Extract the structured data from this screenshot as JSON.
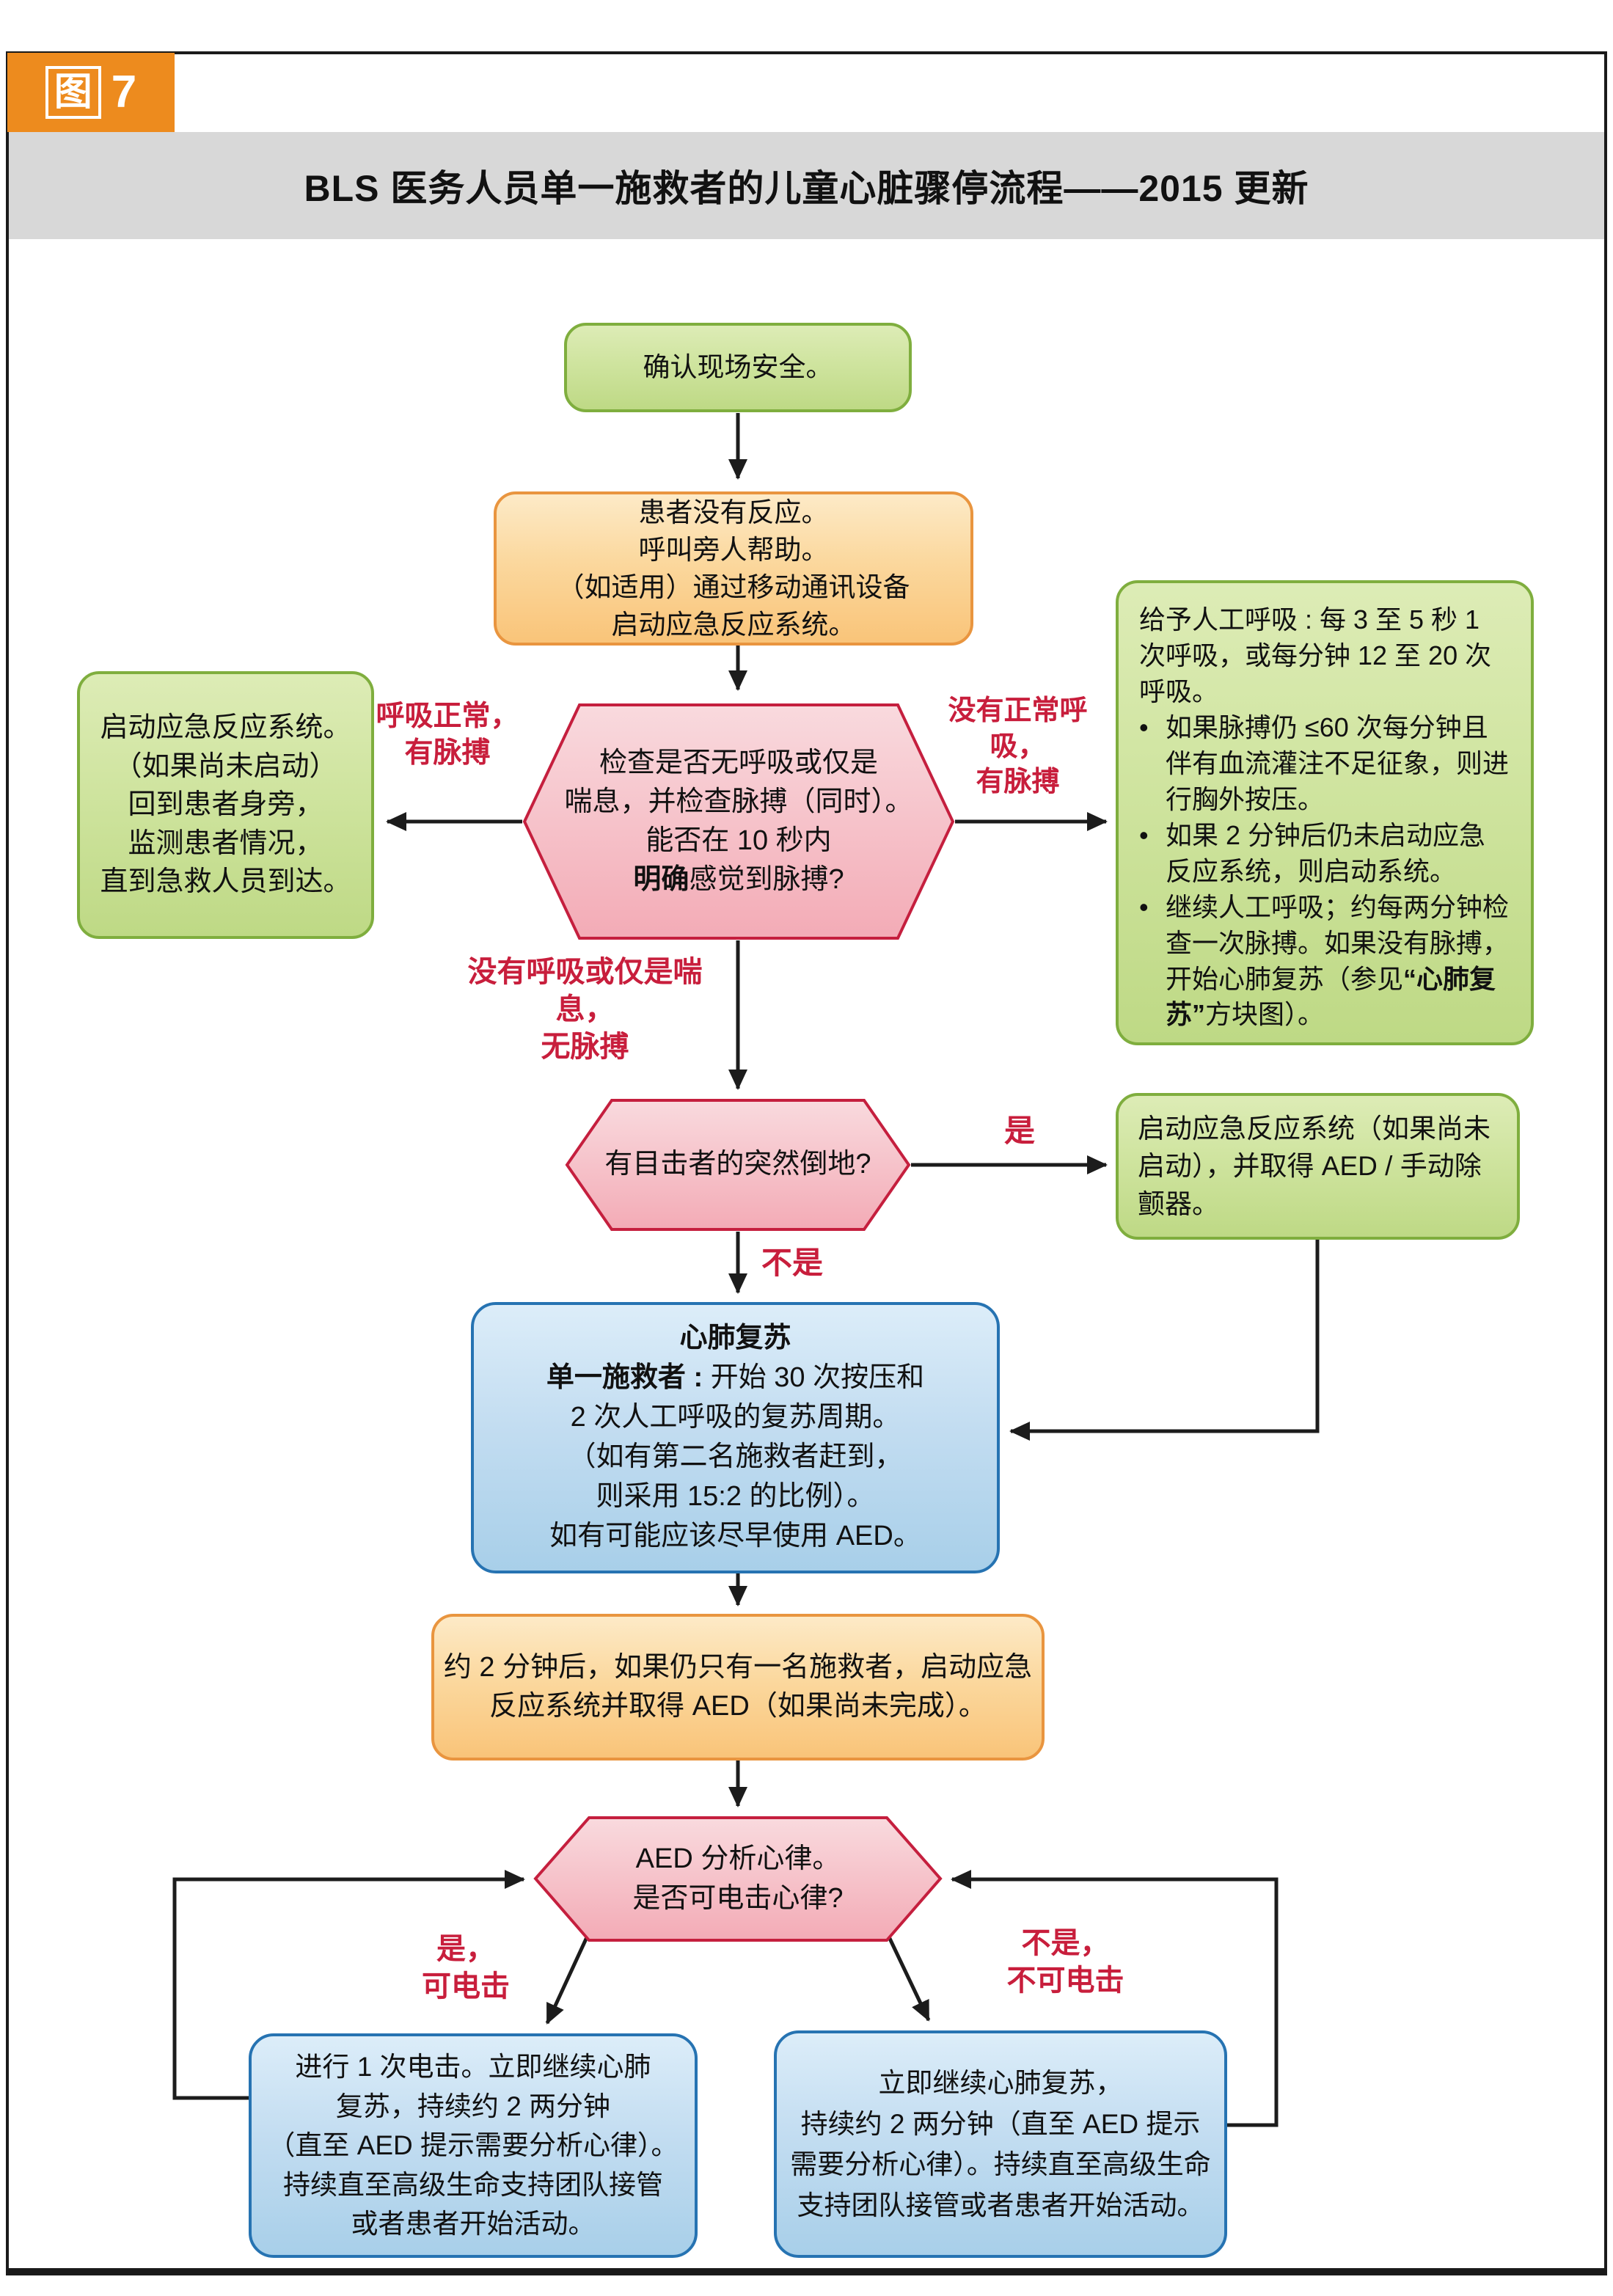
{
  "header": {
    "badge_label": "图",
    "badge_number": "7",
    "title": "BLS 医务人员单一施救者的儿童心脏骤停流程——2015 更新"
  },
  "colors": {
    "badge_bg": "#ed8b1e",
    "titlebar_bg": "#d8d8d8",
    "green_border": "#7fae3e",
    "orange_border": "#e9953f",
    "pink_border": "#c51f3e",
    "blue_border": "#2673b2",
    "red_label": "#c81e3c",
    "arrow": "#1c1c1c"
  },
  "nodes": {
    "verify_safety": {
      "text": "确认现场安全。"
    },
    "unresponsive": {
      "lines": [
        "患者没有反应。",
        "呼叫旁人帮助。",
        "（如适用）通过移动通讯设备",
        "启动应急反应系统。"
      ]
    },
    "check_breathing": {
      "lines": [
        "检查是否无呼吸或仅是",
        "喘息，并检查脉搏（同时）。",
        "能否在 10 秒内"
      ],
      "line4_bold": "明确",
      "line4_rest": "感觉到脉搏?"
    },
    "monitor": {
      "lines": [
        "启动应急反应系统。",
        "（如果尚未启动）",
        "回到患者身旁，",
        "监测患者情况，",
        "直到急救人员到达。"
      ]
    },
    "rescue_breathing": {
      "intro": "给予人工呼吸 : 每 3 至 5 秒 1 次呼吸，或每分钟 12 至 20 次呼吸。",
      "bullet_glyph": "•",
      "bullet1": "如果脉搏仍 ≤60 次每分钟且伴有血流灌注不足征象，则进行胸外按压。",
      "bullet2": "如果 2 分钟后仍未启动应急反应系统，则启动系统。",
      "bullet3_pre": "继续人工呼吸；约每两分钟检查一次脉搏。如果没有脉搏，开始心肺复苏（参见",
      "bullet3_bold": "“心肺复苏”",
      "bullet3_post": "方块图）。"
    },
    "witnessed_collapse": {
      "text": "有目击者的突然倒地?"
    },
    "activate_get_aed": {
      "text": "启动应急反应系统（如果尚未启动），并取得 AED / 手动除颤器。"
    },
    "cpr": {
      "title": "心肺复苏",
      "line1_bold": "单一施救者 : ",
      "line1_rest": "开始 30 次按压和",
      "lines": [
        "2 次人工呼吸的复苏周期。",
        "（如有第二名施救者赶到，",
        "则采用 15:2 的比例）。",
        "如有可能应该尽早使用 AED。"
      ]
    },
    "two_minutes": {
      "lines": [
        "约 2 分钟后，如果仍只有一名施救者，启动应急",
        "反应系统并取得 AED（如果尚未完成）。"
      ]
    },
    "aed_analyze": {
      "lines": [
        "AED 分析心律。",
        "是否可电击心律?"
      ]
    },
    "shock": {
      "lines": [
        "进行 1 次电击。立即继续心肺",
        "复苏，持续约 2 两分钟",
        "（直至 AED 提示需要分析心律）。",
        "持续直至高级生命支持团队接管",
        "或者患者开始活动。"
      ]
    },
    "continue_cpr": {
      "lines": [
        "立即继续心肺复苏，",
        "持续约 2 两分钟（直至 AED 提示",
        "需要分析心律）。持续直至高级生命",
        "支持团队接管或者患者开始活动。"
      ]
    }
  },
  "labels": {
    "normal_breathing": {
      "lines": [
        "呼吸正常，",
        "有脉搏"
      ]
    },
    "no_normal_breathing": {
      "lines": [
        "没有正常呼吸，",
        "有脉搏"
      ]
    },
    "no_breathing": {
      "lines": [
        "没有呼吸或仅是喘息，",
        "无脉搏"
      ]
    },
    "yes": "是",
    "no": "不是",
    "yes_shockable": {
      "lines": [
        "是，",
        "可电击"
      ]
    },
    "no_not_shockable": {
      "lines": [
        "不是，",
        "不可电击"
      ]
    }
  }
}
